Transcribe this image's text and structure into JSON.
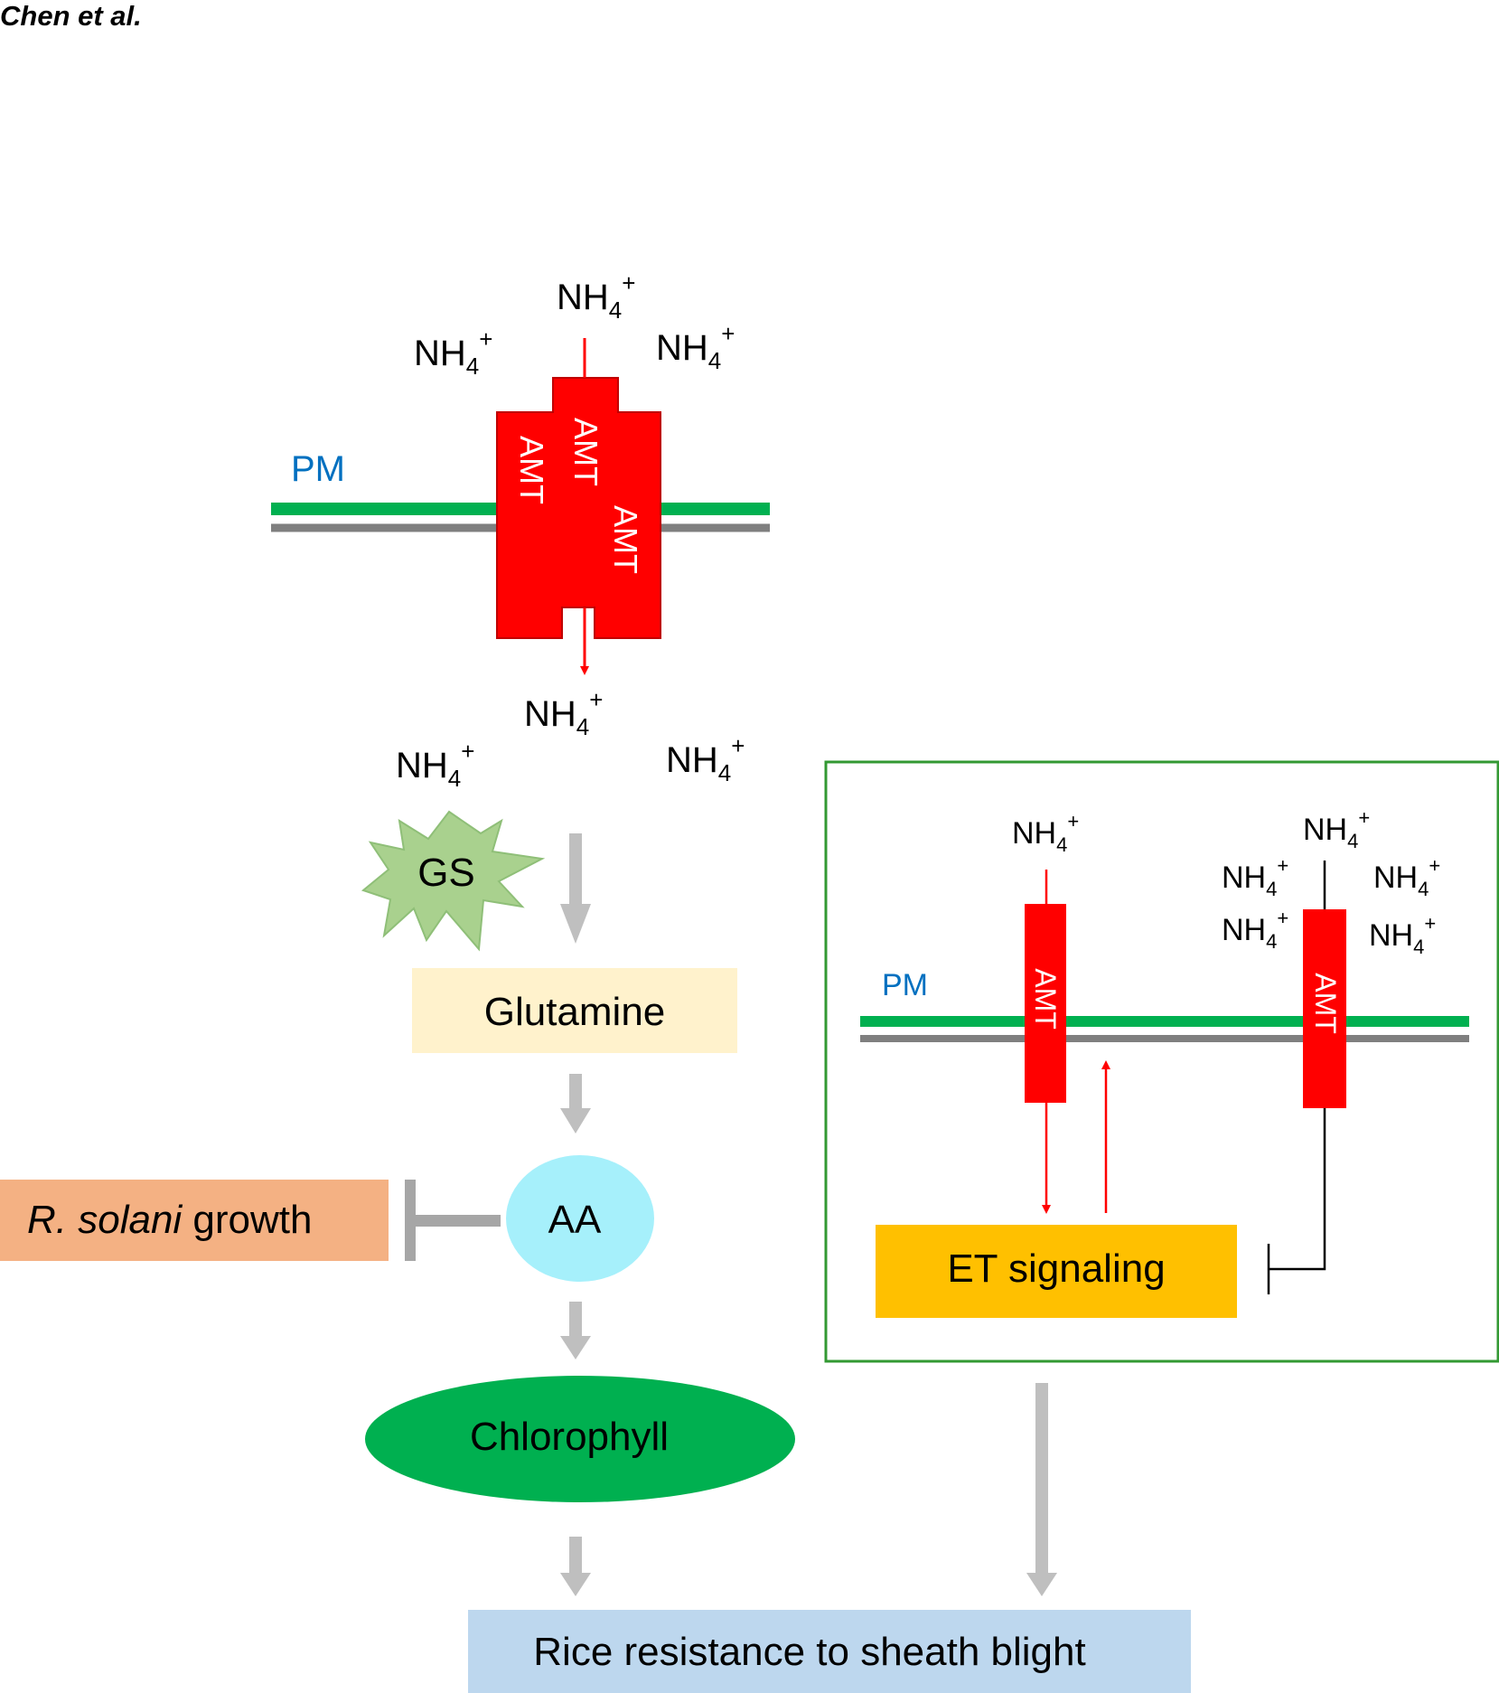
{
  "header": {
    "author": "Chen et al."
  },
  "ion": {
    "base": "NH",
    "sub": "4",
    "sup": "+"
  },
  "main_pathway": {
    "membrane_label": "PM",
    "transporter_label": "AMT",
    "enzyme": "GS",
    "steps": [
      "Glutamine",
      "AA",
      "Chlorophyll"
    ],
    "inhibited_target_italic": "R. solani",
    "inhibited_target_rest": " growth"
  },
  "inset": {
    "membrane_label": "PM",
    "transporter_label": "AMT",
    "signal": "ET signaling"
  },
  "outcome": "Rice resistance to sheath blight",
  "colors": {
    "membrane_green": "#00b050",
    "membrane_gray": "#7f7f7f",
    "amt_red": "#ff0000",
    "pm_blue": "#0070c0",
    "gs_green": "#a9d18e",
    "glutamine_fill": "#fff2cc",
    "aa_fill": "#a6f0fb",
    "chlorophyll_fill": "#00b050",
    "rsolani_fill": "#f4b183",
    "et_fill": "#ffc000",
    "outcome_fill": "#bdd7ee",
    "inset_border": "#339933",
    "gray_arrow": "#bfbfbf"
  }
}
